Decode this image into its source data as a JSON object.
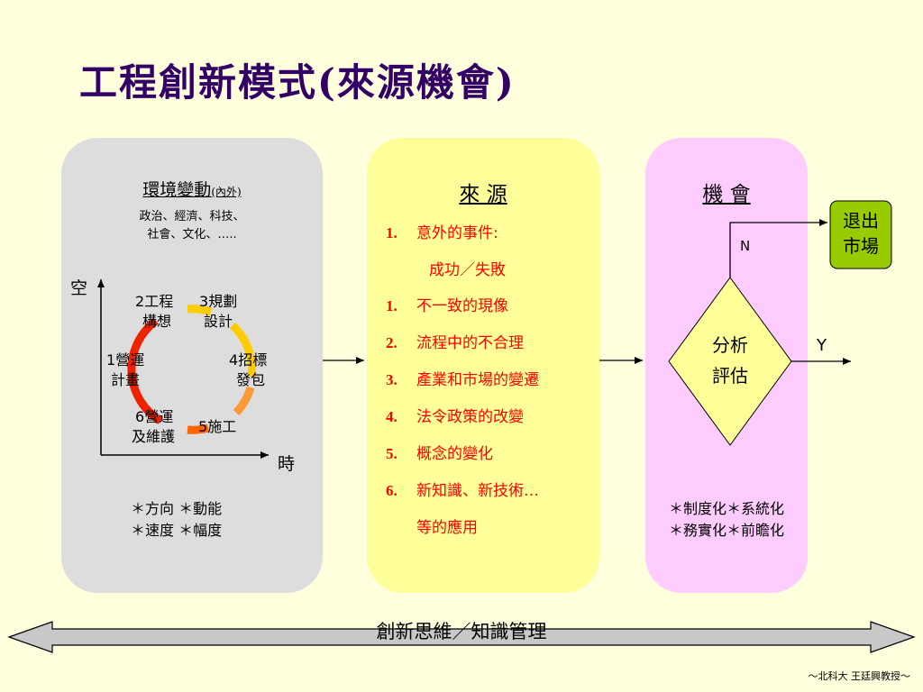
{
  "title": "工程創新模式(來源機會)",
  "env_panel": {
    "heading": "環境變動",
    "heading_small": "(內外)",
    "factors_line1": "政治、經濟、科技、",
    "factors_line2": "社會、文化、…..",
    "axis_y": "空",
    "axis_x": "時",
    "stages": [
      {
        "num": "2",
        "line1": "工程",
        "line2": "構想"
      },
      {
        "num": "3",
        "line1": "規劃",
        "line2": "設計"
      },
      {
        "num": "1",
        "line1": "營運",
        "line2": "計畫"
      },
      {
        "num": "4",
        "line1": "招標",
        "line2": "發包"
      },
      {
        "num": "6",
        "line1": "營運",
        "line2": "及維護"
      },
      {
        "num": "5",
        "line1": "施工",
        "line2": ""
      }
    ],
    "notes_line1": "＊方向 ＊動能",
    "notes_line2": "＊速度 ＊幅度"
  },
  "source_panel": {
    "heading": "來 源",
    "items": [
      {
        "num": "1.",
        "text": "意外的事件:"
      },
      {
        "num": "",
        "text": "成功／失敗"
      },
      {
        "num": "1.",
        "text": "不一致的現像"
      },
      {
        "num": "2.",
        "text": "流程中的不合理"
      },
      {
        "num": "3.",
        "text": "產業和市場的變遷"
      },
      {
        "num": "4.",
        "text": "法令政策的改變"
      },
      {
        "num": "5.",
        "text": "概念的變化"
      },
      {
        "num": "6.",
        "text": "新知識、新技術…"
      },
      {
        "num": "",
        "text": "等的應用"
      }
    ]
  },
  "opportunity_panel": {
    "heading": "機 會",
    "diamond_line1": "分析",
    "diamond_line2": "評估",
    "no_label": "N",
    "yes_label": "Y",
    "exit_line1": "退出",
    "exit_line2": "市場",
    "notes_line1": "＊制度化＊系統化",
    "notes_line2": "＊務實化＊前瞻化"
  },
  "bottom_arrow_label": "創新思維／知識管理",
  "footer": "～北科大 王廷興教授～",
  "colors": {
    "title": "#330066",
    "env_panel": "#DDDDDD",
    "source_panel": "#FFFF99",
    "opportunity_panel": "#FFCCFF",
    "diamond": "#FFFF99",
    "exit_box": "#99CC00",
    "source_text": "#FF0000",
    "cycle_red": "#EE2200",
    "cycle_orange": "#FF8800",
    "cycle_yellow": "#FFCC00"
  }
}
